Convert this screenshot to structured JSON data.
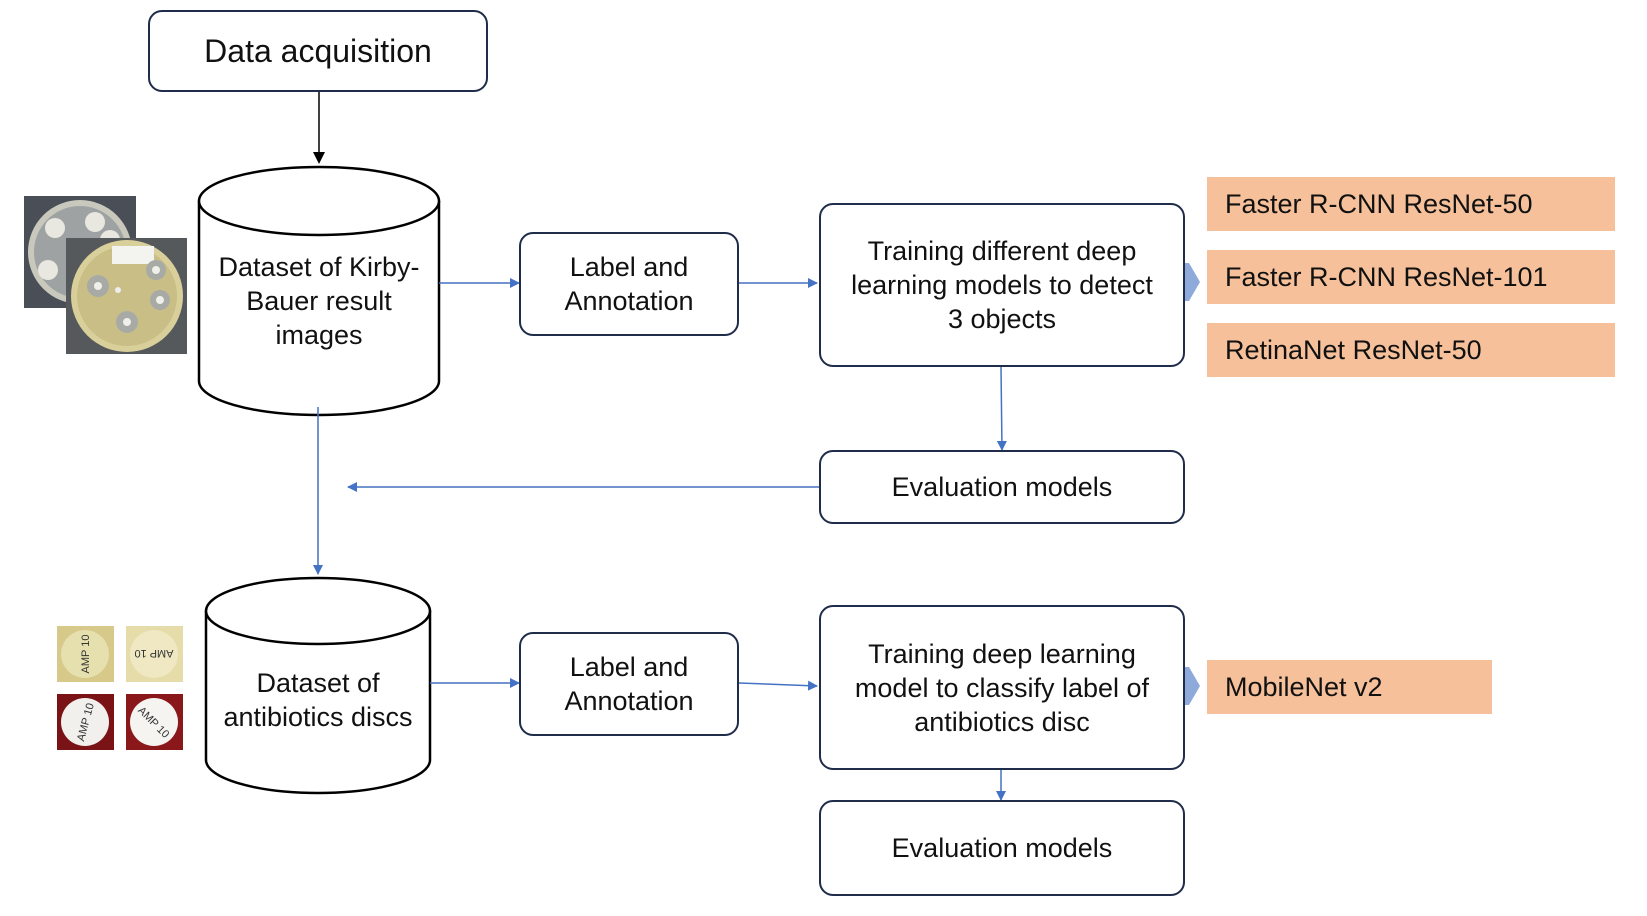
{
  "nodes": {
    "data_acquisition": "Data acquisition",
    "dataset_kirby_bauer": "Dataset of Kirby-Bauer result images",
    "label_annotation_1": "Label and Annotation",
    "training_detect": "Training different deep learning models to detect 3 objects",
    "evaluation_1": "Evaluation models",
    "dataset_discs": "Dataset of antibiotics discs",
    "label_annotation_2": "Label and Annotation",
    "training_classify": "Training deep learning model to classify label of antibiotics disc",
    "evaluation_2": "Evaluation models"
  },
  "detection_models": [
    "Faster R-CNN ResNet-50",
    "Faster R-CNN ResNet-101",
    "RetinaNet ResNet-50"
  ],
  "classification_models": [
    "MobileNet v2"
  ],
  "disc_thumbnails": [
    "AMP 10",
    "AMP 10",
    "AMP 10",
    "AMP 10"
  ],
  "colors": {
    "node_border": "#1f2d4a",
    "arrow_blue": "#4472c4",
    "arrow_black": "#000000",
    "model_fill": "#f5c09a",
    "chevron": "#8eaadb"
  }
}
